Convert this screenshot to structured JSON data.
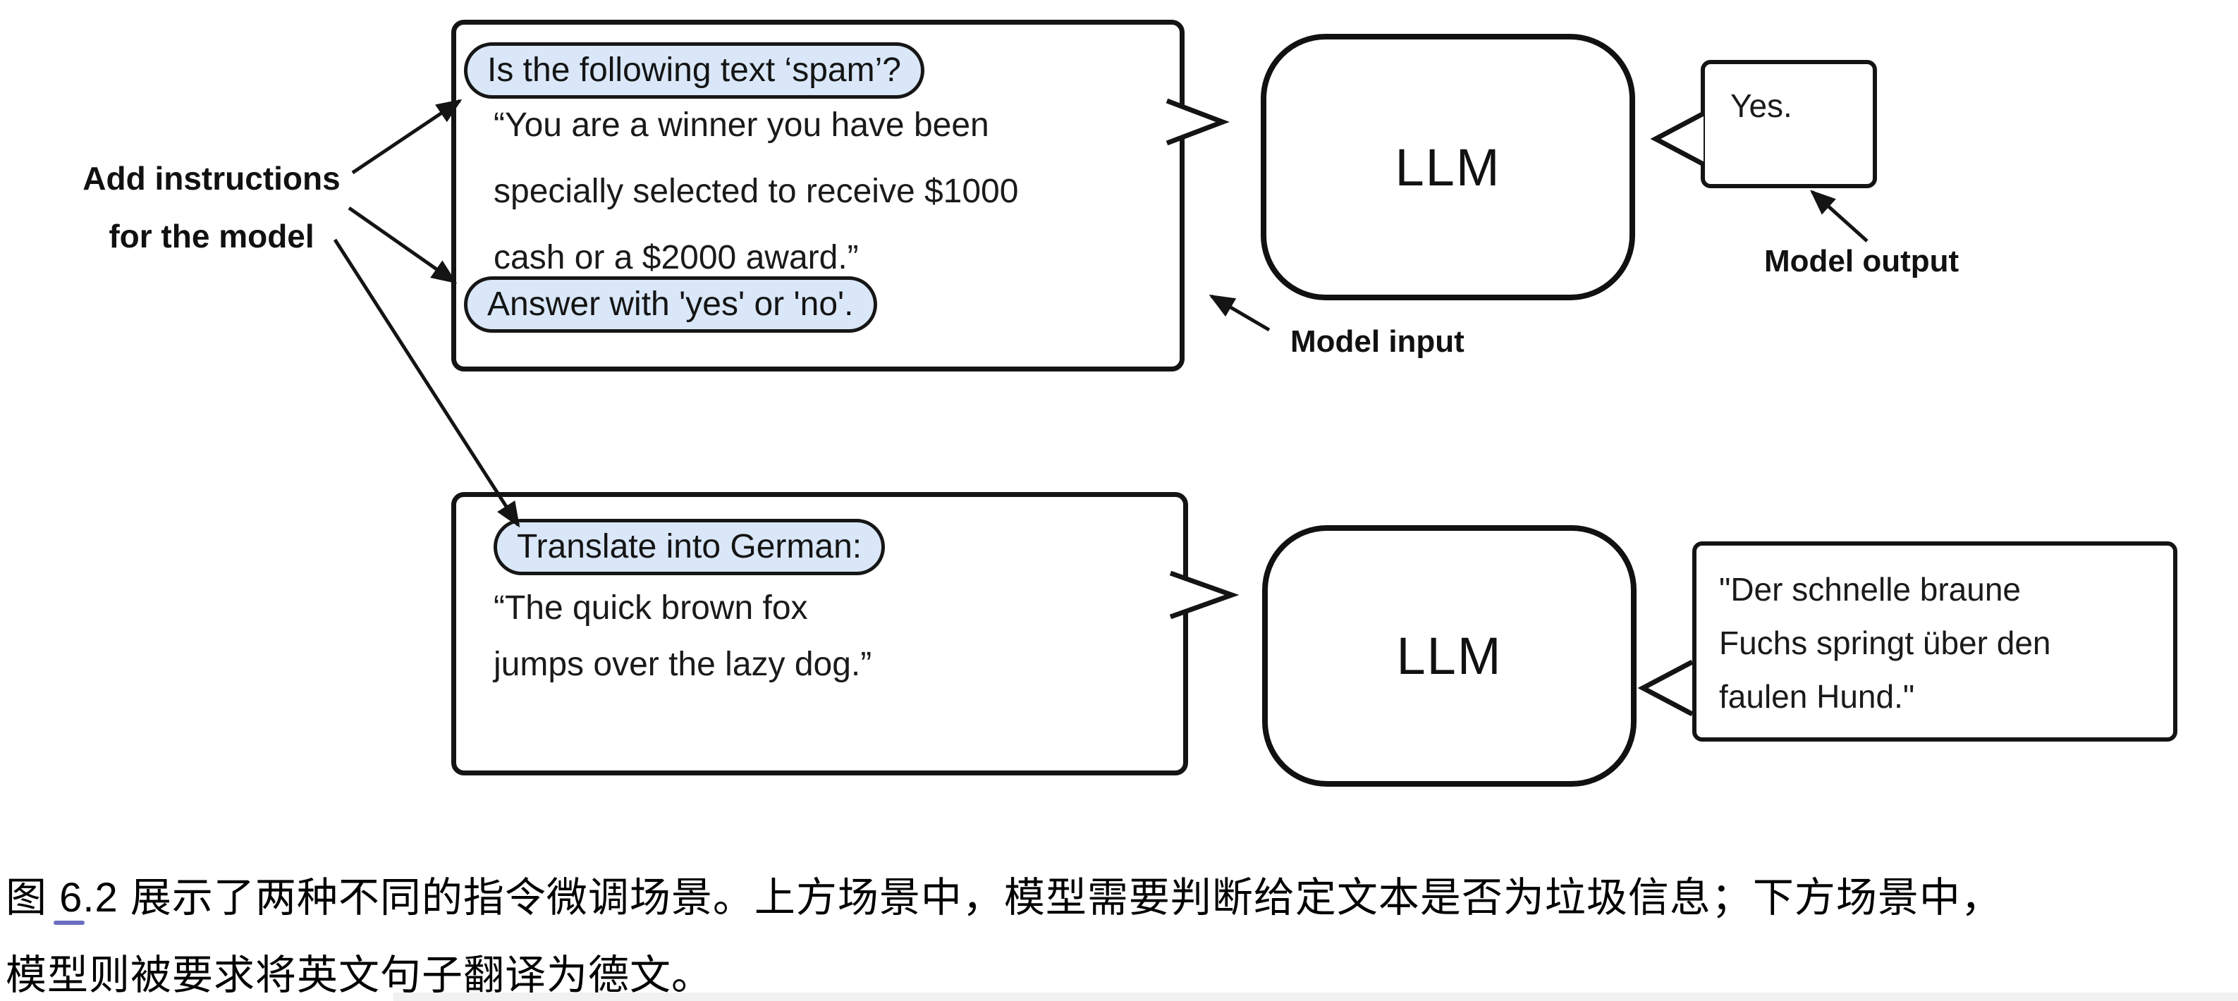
{
  "figure": {
    "labels": {
      "add_instructions_line1": "Add instructions",
      "add_instructions_line2": "for the model",
      "model_input": "Model input",
      "model_output": "Model output"
    },
    "spam_scenario": {
      "instruction_1": "Is the following text ‘spam’?",
      "body_line_1": "“You are a winner you have been",
      "body_line_2": "specially selected to receive $1000",
      "body_line_3": "cash or a $2000 award.”",
      "instruction_2": "Answer with 'yes' or 'no'.",
      "llm": "LLM",
      "output": "Yes."
    },
    "translation_scenario": {
      "instruction": "Translate into German:",
      "body_line_1": "“The quick brown fox",
      "body_line_2": "jumps over the lazy dog.”",
      "llm": "LLM",
      "output_line_1": "\"Der schnelle braune",
      "output_line_2": "Fuchs springt über den",
      "output_line_3": "faulen Hund.\""
    },
    "colors": {
      "instruction_bg": "#d9e7f8",
      "stroke": "#141414"
    }
  },
  "caption": {
    "line_1": "图 6.2 展示了两种不同的指令微调场景。上方场景中，模型需要判断给定文本是否为垃圾信息；下方场景中，",
    "line_2": "模型则被要求将英文句子翻译为德文。"
  }
}
